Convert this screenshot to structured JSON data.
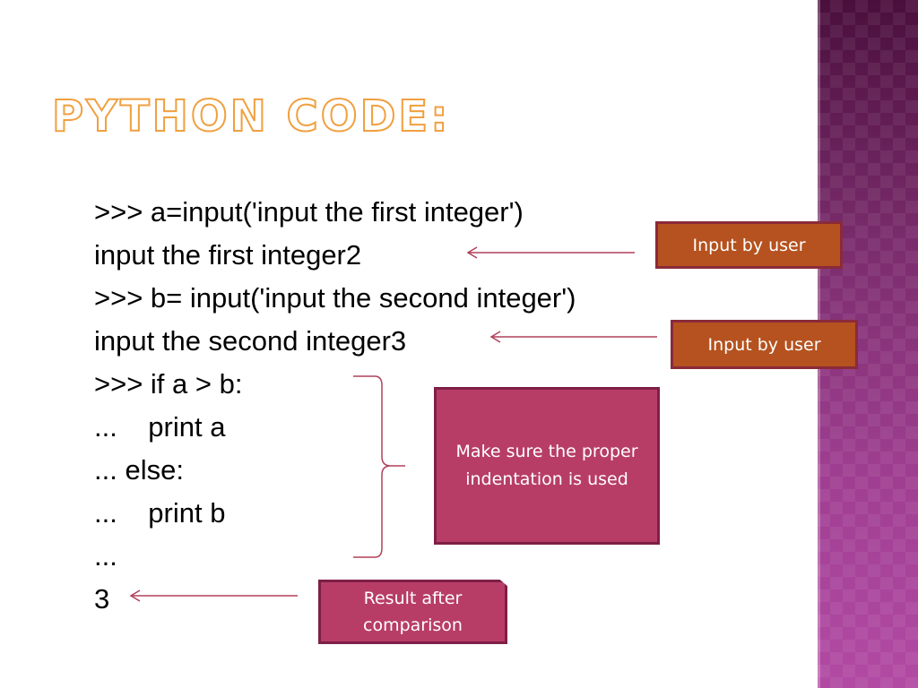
{
  "slide": {
    "title": "PYTHON CODE:",
    "code_lines": [
      ">>> a=input('input the first integer')",
      "input the first integer2",
      ">>> b= input('input the second integer')",
      "input the second integer3",
      ">>> if a > b:",
      "...    print a",
      "... else:",
      "...    print b",
      "...",
      "3"
    ],
    "callouts": {
      "input_by_user_1": "Input by user",
      "input_by_user_2": "Input by user",
      "indentation_note": "Make sure the proper indentation is used",
      "result_note": "Result after comparison"
    }
  },
  "colors": {
    "title_outline": "#f0a040",
    "callout_orange": "#b5521f",
    "callout_pink": "#b73d67",
    "arrow": "#b0405a",
    "sidebar": "#7a2c6c"
  }
}
